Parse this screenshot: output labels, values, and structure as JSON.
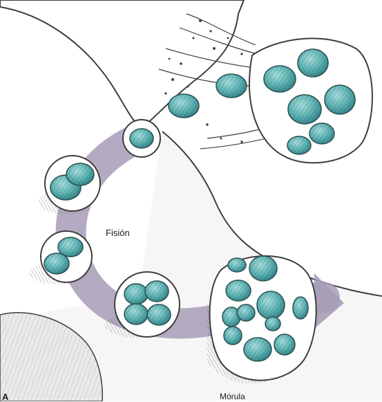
{
  "labels": {
    "fision": "Fisión",
    "morula": "Mórula",
    "panel": "A"
  },
  "colors": {
    "background": "#ffffff",
    "arrow": "#a79cb7",
    "outline": "#3d3d3d",
    "cell_fill": "#5fb3b4",
    "cell_dark": "#2f7f84",
    "cell_light": "#a7dddb",
    "tissue": "#f2f2f2"
  }
}
